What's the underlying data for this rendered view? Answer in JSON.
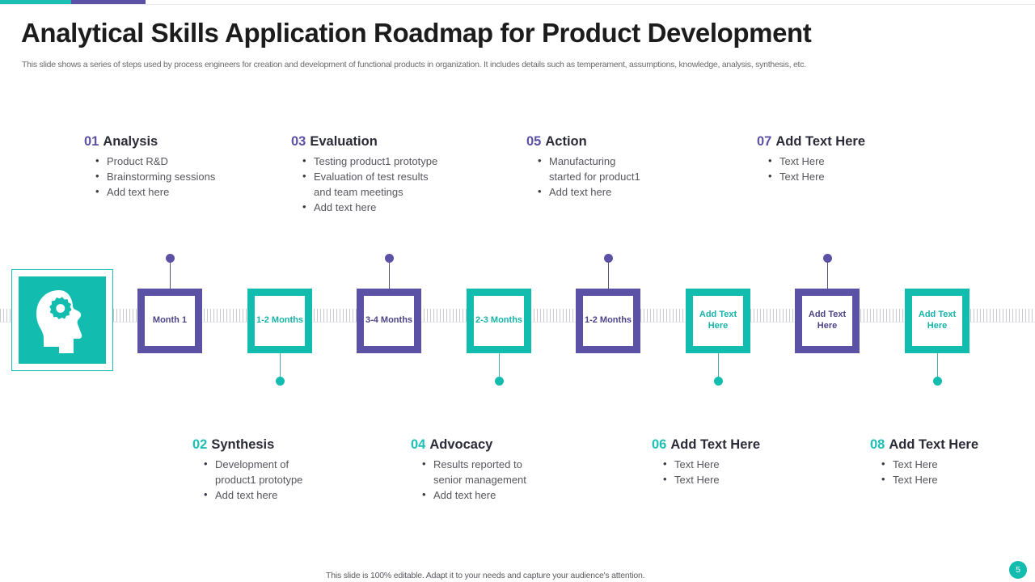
{
  "theme": {
    "teal": "#12BCAF",
    "purple": "#5B51A5",
    "title_color": "#1c1c1c",
    "body_color": "#56565e"
  },
  "header": {
    "title": "Analytical Skills Application Roadmap for Product Development",
    "subtitle": "This slide shows a series of steps used by process engineers for creation and development of functional products in organization. It includes details such as temperament, assumptions, knowledge, analysis, synthesis, etc."
  },
  "icon_node": {
    "icon": "head-with-gear-icon"
  },
  "timeline": {
    "nodes": [
      {
        "label": "Month 1",
        "color": "purple",
        "stem": "up"
      },
      {
        "label": "1-2\nMonths",
        "color": "teal",
        "stem": "down"
      },
      {
        "label": "3-4\nMonths",
        "color": "purple",
        "stem": "up"
      },
      {
        "label": "2-3\nMonths",
        "color": "teal",
        "stem": "down"
      },
      {
        "label": "1-2\nMonths",
        "color": "purple",
        "stem": "up"
      },
      {
        "label": "Add\nText Here",
        "color": "teal",
        "stem": "down"
      },
      {
        "label": "Add\nText Here",
        "color": "purple",
        "stem": "up"
      },
      {
        "label": "Add\nText Here",
        "color": "teal",
        "stem": "down"
      }
    ]
  },
  "callouts_top": [
    {
      "number": "01",
      "title": "Analysis",
      "bullets": [
        "Product R&D",
        "Brainstorming sessions",
        "Add text here"
      ]
    },
    {
      "number": "03",
      "title": "Evaluation",
      "bullets": [
        "Testing product1 prototype",
        "Evaluation of test results\nand team meetings",
        "Add text here"
      ]
    },
    {
      "number": "05",
      "title": "Action",
      "bullets": [
        "Manufacturing\nstarted for product1",
        "Add text here"
      ]
    },
    {
      "number": "07",
      "title": "Add Text Here",
      "bullets": [
        "Text Here",
        "Text Here"
      ]
    }
  ],
  "callouts_bottom": [
    {
      "number": "02",
      "title": "Synthesis",
      "bullets": [
        "Development of\nproduct1 prototype",
        "Add text here"
      ]
    },
    {
      "number": "04",
      "title": "Advocacy",
      "bullets": [
        "Results reported to\nsenior management",
        "Add text here"
      ]
    },
    {
      "number": "06",
      "title": "Add Text Here",
      "bullets": [
        "Text Here",
        "Text Here"
      ]
    },
    {
      "number": "08",
      "title": "Add Text Here",
      "bullets": [
        "Text Here",
        "Text Here"
      ]
    }
  ],
  "footer": {
    "note": "This slide is 100% editable. Adapt it to your needs and capture your audience's attention.",
    "page_number": "5"
  }
}
